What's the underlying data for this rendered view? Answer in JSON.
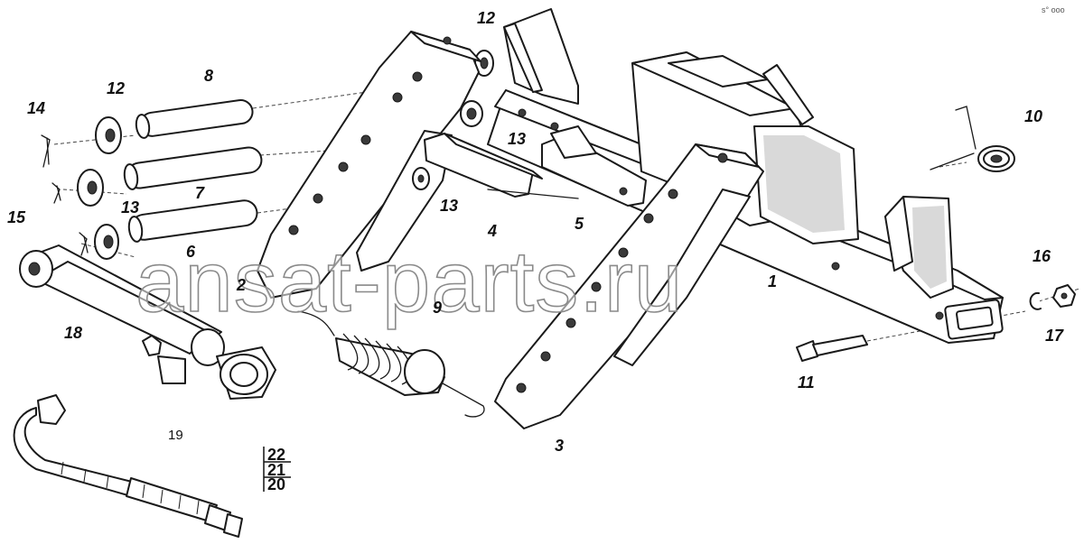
{
  "corner_mark": "s° ооо",
  "watermark": "ansat-parts.ru",
  "labels": {
    "p1": "1",
    "p2": "2",
    "p3": "3",
    "p4": "4",
    "p5": "5",
    "p6": "6",
    "p7": "7",
    "p8": "8",
    "p9": "9",
    "p10": "10",
    "p11": "11",
    "p12a": "12",
    "p12b": "12",
    "p13a": "13",
    "p13b": "13",
    "p13c": "13",
    "p14": "14",
    "p15": "15",
    "p16": "16",
    "p17": "17",
    "p18": "18",
    "p19": "19",
    "p20": "20",
    "p21": "21",
    "p22": "22"
  }
}
